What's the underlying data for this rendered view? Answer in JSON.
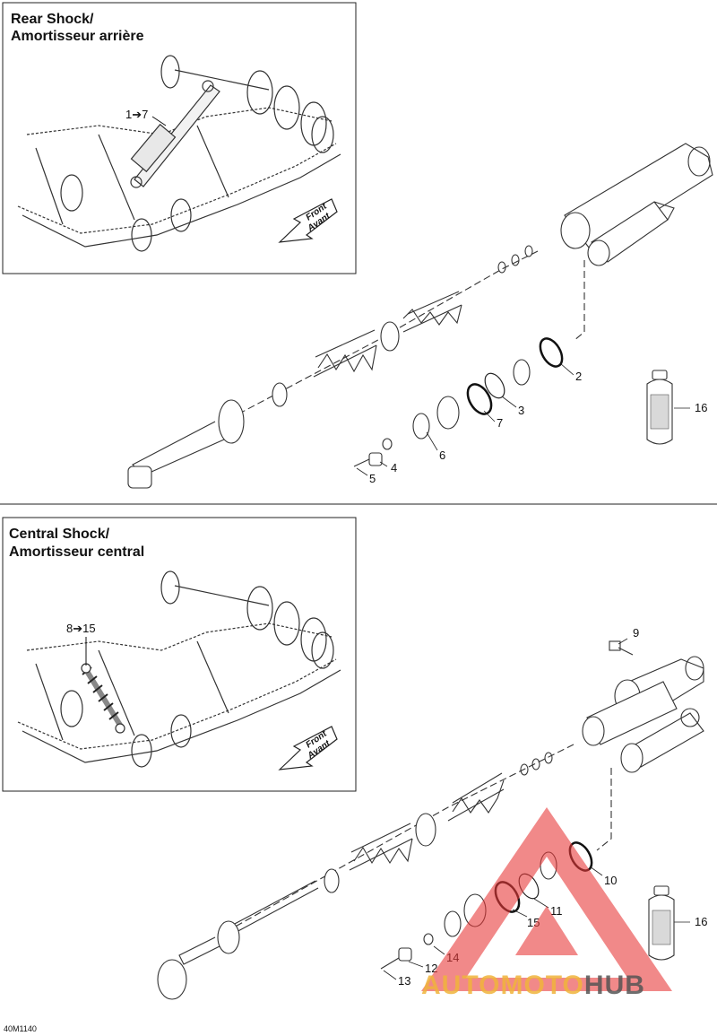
{
  "rear_section": {
    "title_line1": "Rear Shock/",
    "title_line2": "Amortisseur arrière",
    "callout": "1➔7",
    "front_line1": "Front",
    "front_line2": "Avant",
    "labels": [
      "2",
      "3",
      "7",
      "6",
      "4",
      "5",
      "16"
    ]
  },
  "central_section": {
    "title_line1": "Central Shock/",
    "title_line2": "Amortisseur central",
    "callout": "8➔15",
    "front_line1": "Front",
    "front_line2": "Avant",
    "labels": [
      "9",
      "10",
      "11",
      "15",
      "14",
      "12",
      "13",
      "16"
    ]
  },
  "drawing_code": "40M1140",
  "watermark": {
    "part1": "AUTO",
    "part2": "MOTO",
    "part3": "HUB",
    "colors": {
      "triangle": "#e83a3a",
      "auto": "#f0b43c",
      "moto": "#f0b43c",
      "hub": "#555555"
    }
  }
}
